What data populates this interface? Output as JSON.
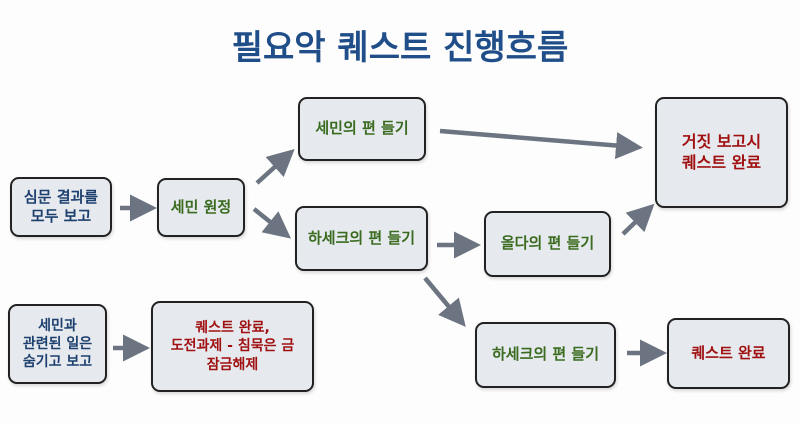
{
  "title": "필요악 퀘스트 진행흐름",
  "nodes": {
    "report_all": "심문 결과를\n모두 보고",
    "semin_expedition": "세민 원정",
    "side_semin": "세민의 편 들기",
    "side_hasek": "하세크의 편 들기",
    "side_olda": "올다의 편 들기",
    "false_report_complete": "거짓 보고시\n퀘스트 완료",
    "side_hasek_2": "하세크의 편 들기",
    "quest_complete": "퀘스트 완료",
    "hide_semin_report": "세민과\n관련된 일은\n숨기고 보고",
    "complete_challenge": "퀘스트 완료,\n도전과제 - 침묵은 금\n잠금해제"
  },
  "colors": {
    "title": "#1f4e89",
    "start": "#1d3f6e",
    "choice": "#3a6b1f",
    "outcome": "#a01010",
    "arrow": "#6b7480"
  }
}
